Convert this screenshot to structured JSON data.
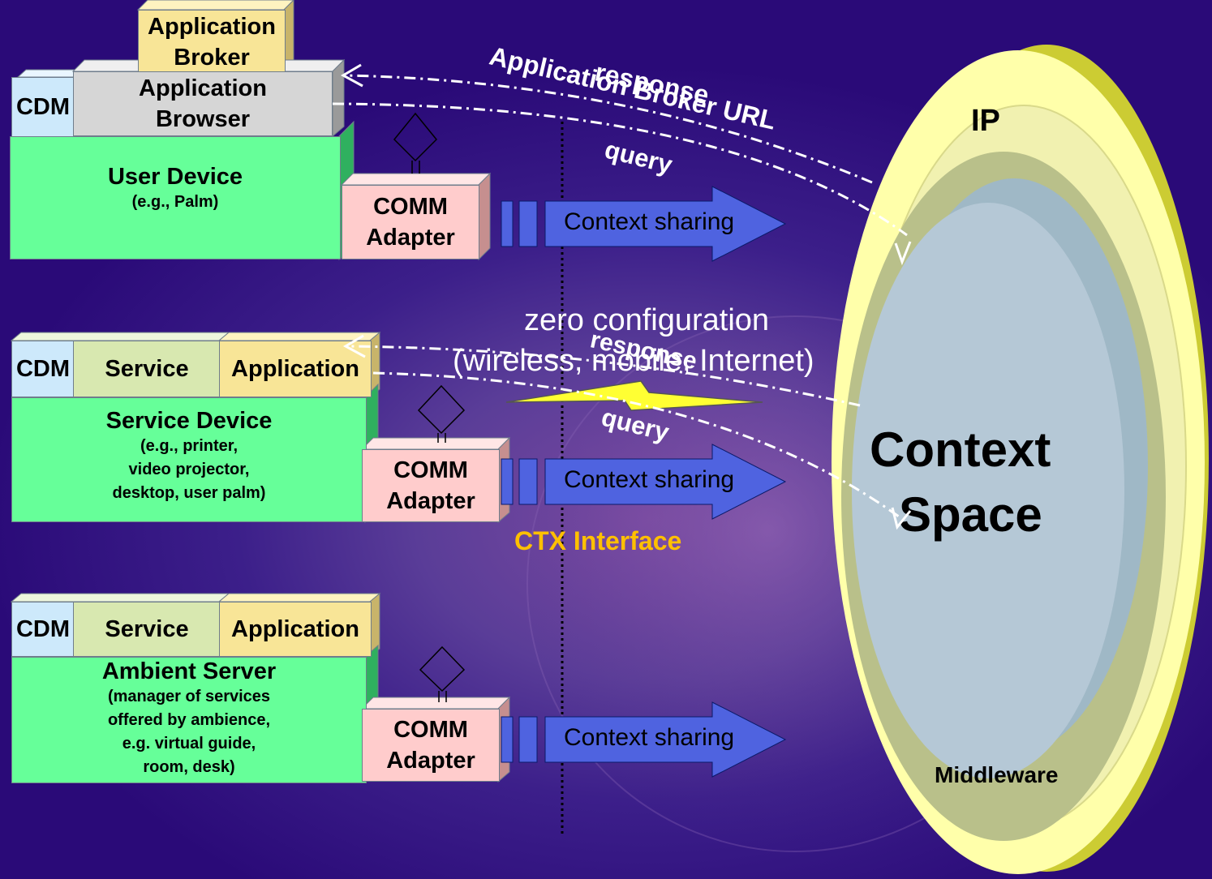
{
  "rows": {
    "user": {
      "broker_line1": "Application",
      "broker_line2": "Broker",
      "browser_line1": "Application",
      "browser_line2": "Browser",
      "cdm": "CDM",
      "device_title": "User Device",
      "device_sub": "(e.g., Palm)",
      "comm_line1": "COMM",
      "comm_line2": "Adapter",
      "context_sharing": "Context sharing"
    },
    "service": {
      "cdm": "CDM",
      "service": "Service",
      "application": "Application",
      "device_title": "Service Device",
      "device_sub1": "(e.g., printer,",
      "device_sub2": "video projector,",
      "device_sub3": "desktop, user palm)",
      "comm_line1": "COMM",
      "comm_line2": "Adapter",
      "context_sharing": "Context sharing"
    },
    "ambient": {
      "cdm": "CDM",
      "service": "Service",
      "application": "Application",
      "device_title": "Ambient Server",
      "device_sub1": "(manager of services",
      "device_sub2": "offered by ambience,",
      "device_sub3": "e.g. virtual guide,",
      "device_sub4": "room, desk)",
      "comm_line1": "COMM",
      "comm_line2": "Adapter",
      "context_sharing": "Context sharing"
    }
  },
  "messages": {
    "app_broker_url": "Application Broker URL",
    "response_top": "response",
    "query_top": "query",
    "response_mid": "response",
    "query_mid": "query"
  },
  "network": {
    "line1": "zero configuration",
    "line2": "(wireless, mobile, Internet)"
  },
  "ctx_interface": "CTX Interface",
  "context_space": {
    "ip_label": "IP",
    "title_line1": "Context",
    "title_line2": "Space",
    "middleware_label": "Middleware"
  },
  "colors": {
    "device_green": "#66ff99",
    "browser_grey": "#d6d6d6",
    "application_yellow": "#f8e597",
    "comm_pink": "#ffcccc",
    "arrow_blue": "#4f63e0",
    "ctx_interface_orange": "#ffc000",
    "ip_ring_yellow": "#ffff99",
    "middleware_olive": "#b9c08a",
    "context_space_blue": "#b5c8d6"
  }
}
